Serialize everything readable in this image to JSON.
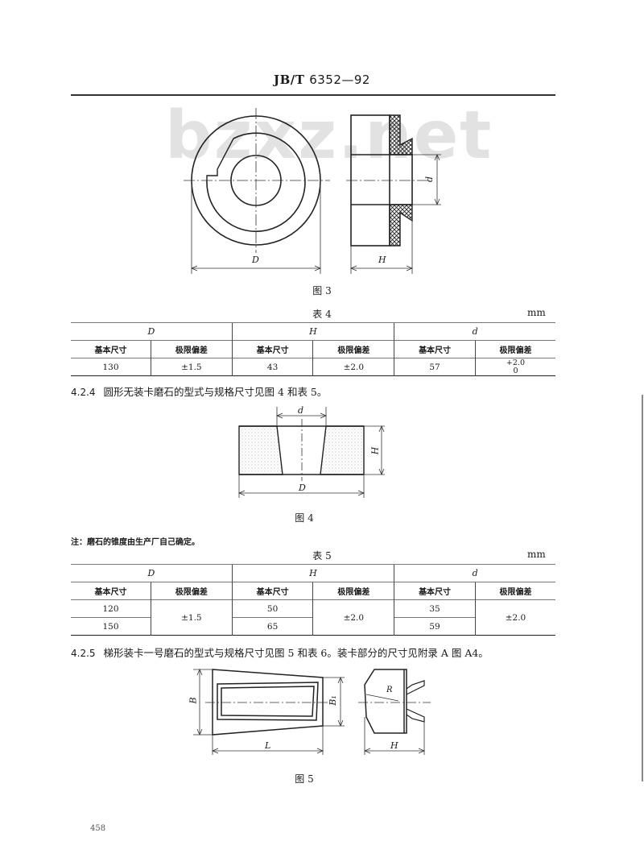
{
  "header": {
    "standard_prefix": "JB/T",
    "standard_number": "6352—92"
  },
  "watermark": "bzxz.net",
  "figure3": {
    "caption": "图 3",
    "labels": {
      "outer_diameter": "D",
      "height": "H",
      "inner_diameter": "d"
    }
  },
  "table4": {
    "title": "表 4",
    "unit": "mm",
    "groups": [
      "D",
      "H",
      "d"
    ],
    "subheaders": [
      "基本尺寸",
      "极限偏差",
      "基本尺寸",
      "极限偏差",
      "基本尺寸",
      "极限偏差"
    ],
    "rows": [
      {
        "D_basic": "130",
        "D_tol": "±1.5",
        "H_basic": "43",
        "H_tol": "±2.0",
        "d_basic": "57",
        "d_tol_upper": "+2.0",
        "d_tol_lower": "0"
      }
    ]
  },
  "section_4_2_4": {
    "number": "4.2.4",
    "text": "圆形无装卡磨石的型式与规格尺寸见图 4 和表 5。"
  },
  "figure4": {
    "caption": "图 4",
    "labels": {
      "inner_diameter": "d",
      "height": "H",
      "outer_diameter": "D"
    }
  },
  "note": "注：磨石的锥度由生产厂自己确定。",
  "table5": {
    "title": "表 5",
    "unit": "mm",
    "groups": [
      "D",
      "H",
      "d"
    ],
    "subheaders": [
      "基本尺寸",
      "极限偏差",
      "基本尺寸",
      "极限偏差",
      "基本尺寸",
      "极限偏差"
    ],
    "rows": [
      {
        "D_basic": "120",
        "H_basic": "50",
        "d_basic": "35"
      },
      {
        "D_basic": "150",
        "H_basic": "65",
        "d_basic": "59"
      }
    ],
    "D_tol": "±1.5",
    "H_tol": "±2.0",
    "d_tol": "±2.0"
  },
  "section_4_2_5": {
    "number": "4.2.5",
    "text": "梯形装卡一号磨石的型式与规格尺寸见图 5 和表 6。装卡部分的尺寸见附录 A 图 A4。"
  },
  "figure5": {
    "caption": "图 5",
    "labels": {
      "width": "B",
      "width_small": "B₁",
      "length": "L",
      "radius": "R",
      "height": "H"
    }
  },
  "page_number": "458"
}
